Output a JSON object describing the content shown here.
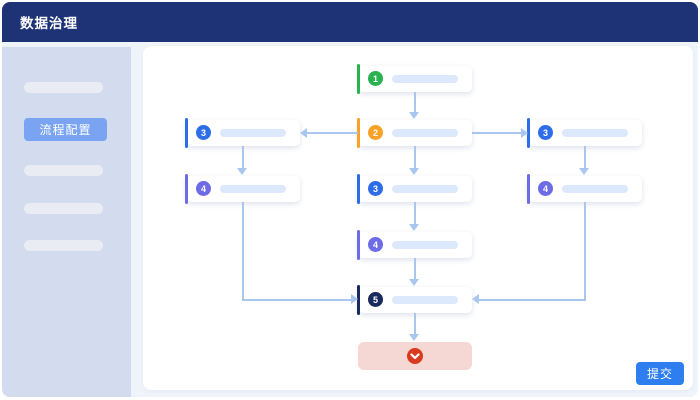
{
  "header": {
    "title": "数据治理"
  },
  "sidebar": {
    "active_item": {
      "label": "流程配置"
    },
    "skeleton_item_count": 4
  },
  "flow": {
    "nodes": [
      {
        "number": "1",
        "color": "#29b350",
        "row": 1,
        "column": "center"
      },
      {
        "number": "3",
        "color": "#2e6de8",
        "row": 2,
        "column": "left"
      },
      {
        "number": "2",
        "color": "#f8a327",
        "row": 2,
        "column": "center"
      },
      {
        "number": "3",
        "color": "#2e6de8",
        "row": 2,
        "column": "right"
      },
      {
        "number": "4",
        "color": "#6e6be6",
        "row": 3,
        "column": "left"
      },
      {
        "number": "3",
        "color": "#2e6de8",
        "row": 3,
        "column": "center"
      },
      {
        "number": "4",
        "color": "#6e6be6",
        "row": 3,
        "column": "right"
      },
      {
        "number": "4",
        "color": "#6e6be6",
        "row": 4,
        "column": "center"
      },
      {
        "number": "5",
        "color": "#192a5e",
        "row": 5,
        "column": "center"
      }
    ],
    "end_node": {
      "icon": "chevron-down-icon"
    }
  },
  "footer": {
    "submit_label": "提交"
  },
  "colors": {
    "window_bg": "#eff3fa",
    "header_bg": "#1e3276",
    "sidebar_bg": "#d3dcee",
    "skeleton": "#e9edf3",
    "active_item": "#7aa4f1",
    "primary": "#2e7ef0",
    "connector": "#a9c7ee",
    "card_placeholder": "#dce8fb",
    "danger": "#d93b20",
    "danger_bg": "#f5d7d3"
  }
}
